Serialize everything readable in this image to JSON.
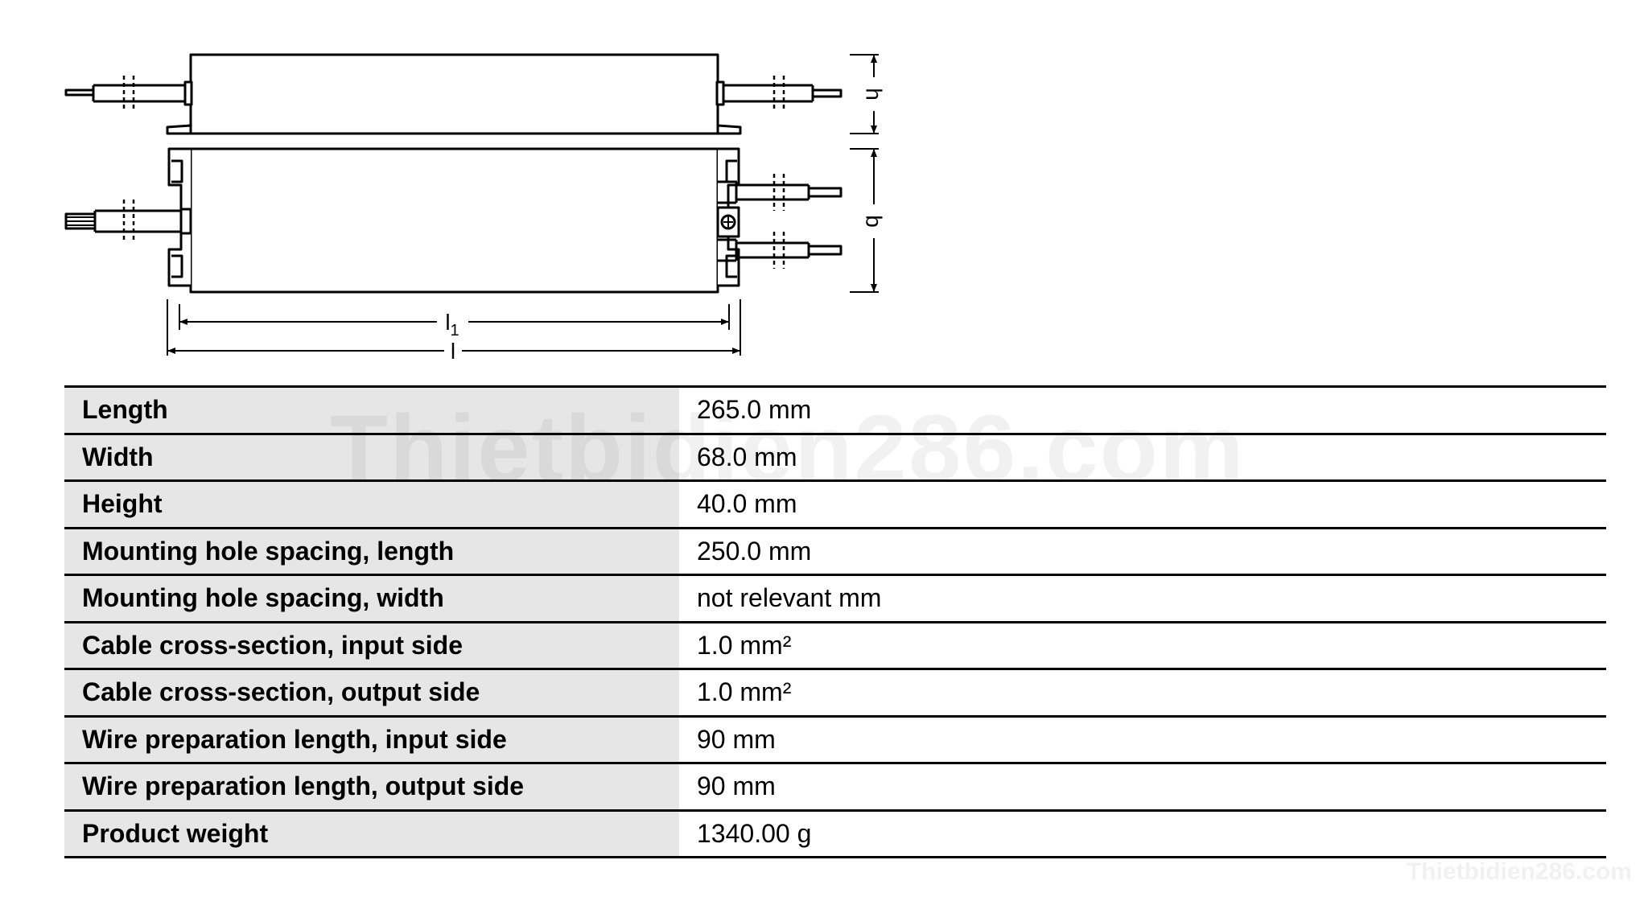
{
  "drawing": {
    "dimension_labels": {
      "height": "h",
      "width": "b",
      "length_inner": "l1",
      "length_total": "l"
    }
  },
  "specs": [
    {
      "label": "Length",
      "value": "265.0 mm"
    },
    {
      "label": "Width",
      "value": "68.0 mm"
    },
    {
      "label": "Height",
      "value": "40.0 mm"
    },
    {
      "label": "Mounting hole spacing, length",
      "value": "250.0 mm"
    },
    {
      "label": "Mounting hole spacing, width",
      "value": "not relevant mm"
    },
    {
      "label": "Cable cross-section, input side",
      "value": "1.0 mm²"
    },
    {
      "label": "Cable cross-section, output side",
      "value": "1.0 mm²"
    },
    {
      "label": "Wire preparation length, input side",
      "value": "90 mm"
    },
    {
      "label": "Wire preparation length, output side",
      "value": "90 mm"
    },
    {
      "label": "Product weight",
      "value": "1340.00 g"
    }
  ],
  "watermark": {
    "main": "Thietbidien286.com",
    "corner": "Thietbidien286.com"
  }
}
